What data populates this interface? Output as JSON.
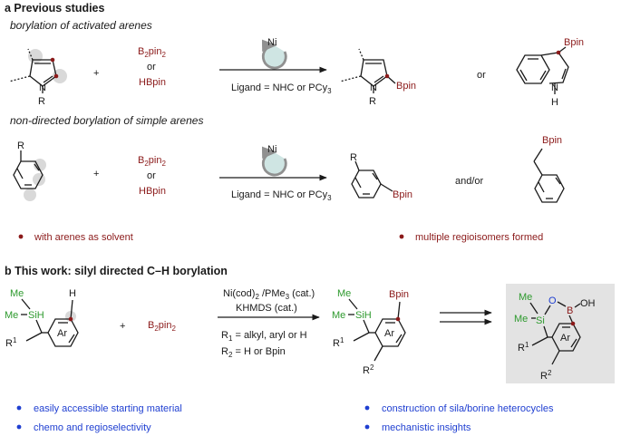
{
  "section_a": {
    "heading": "a Previous studies",
    "sub1": "borylation of activated arenes",
    "sub2": "non-directed borylation of simple arenes",
    "plus": "+",
    "b2pin2": "B2pin2",
    "or": "or",
    "hbpin": "HBpin",
    "catalyst": "Ni",
    "ligand": "Ligand = NHC or PCy3",
    "bpin": "Bpin",
    "or_between": "or",
    "and_or": "and/or",
    "atom_N": "N",
    "atom_R": "R",
    "atom_H": "H",
    "bullet_left": "with arenes as solvent",
    "bullet_right": "multiple regioisomers formed"
  },
  "section_b": {
    "heading": "b This work: silyl directed C–H borylation",
    "me": "Me",
    "si": "Si",
    "sih": "SiH",
    "h": "H",
    "r1": "R1",
    "r2": "R2",
    "ar": "Ar",
    "bpin": "Bpin",
    "plus": "+",
    "b2pin2": "B2pin2",
    "cond1": "Ni(cod)2 /PMe3 (cat.)",
    "cond2": "KHMDS (cat.)",
    "cond3": "R1 = alkyl, aryl or H",
    "cond4": "R2 = H or Bpin",
    "o": "O",
    "b": "B",
    "oh": "OH",
    "bullets": [
      "easily accessible starting material",
      "chemo and regioselectivity",
      "construction of sila/borine heterocycles",
      "mechanistic insights"
    ]
  },
  "colors": {
    "dark_red": "#8b1a1a",
    "green": "#2e9a2e",
    "blue_bullet": "#1f3fd1",
    "ni_fill": "#cfe5e3",
    "highlight_box": "#e3e3e3"
  },
  "icons": [
    "catalyst-cycle-icon",
    "bullet-dot-icon",
    "reaction-arrow-icon"
  ]
}
